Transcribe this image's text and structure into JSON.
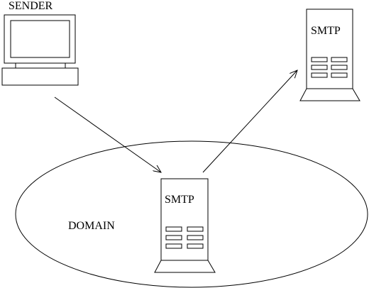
{
  "labels": {
    "sender": "SENDER",
    "domain": "DOMAIN",
    "smtp_remote": "SMTP",
    "smtp_local": "SMTP"
  },
  "colors": {
    "stroke": "#000000",
    "background": "#ffffff"
  }
}
